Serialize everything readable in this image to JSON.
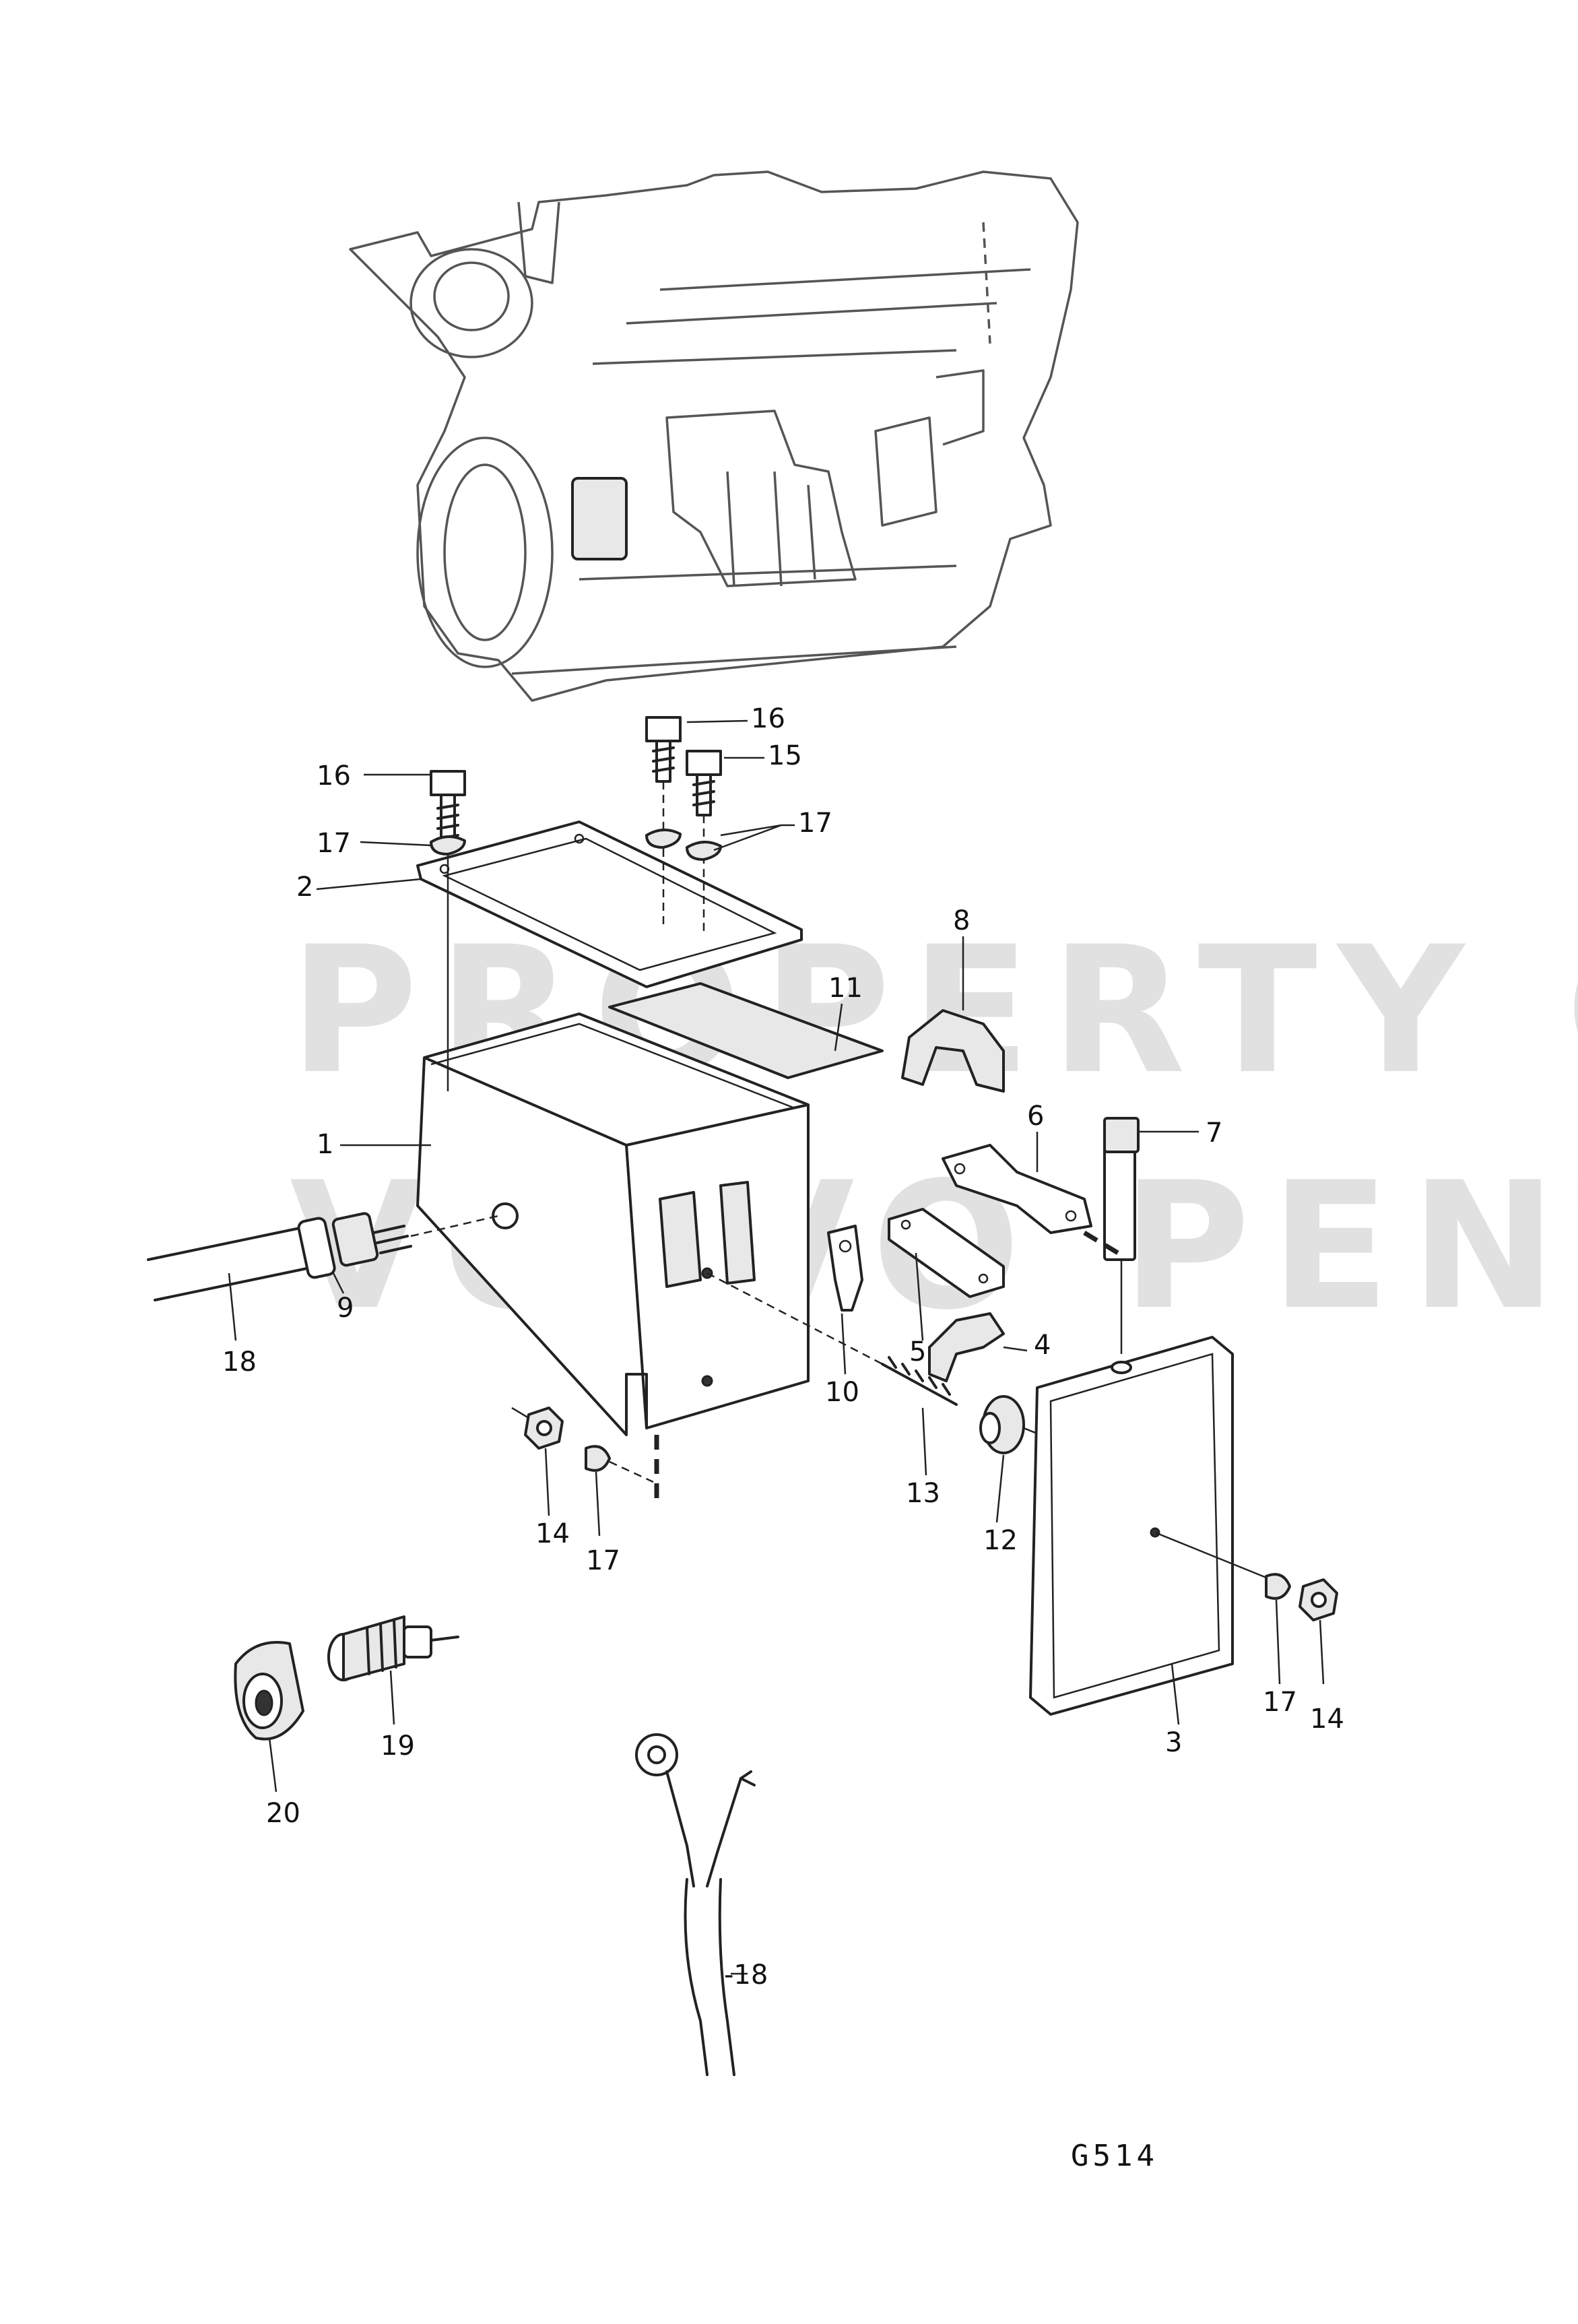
{
  "watermark": {
    "line1": "PROPERTY OF",
    "line2": "VOLVO PENTA"
  },
  "figure_code": "G514",
  "callouts": {
    "c1": "1",
    "c2": "2",
    "c3": "3",
    "c4": "4",
    "c5": "5",
    "c6": "6",
    "c7": "7",
    "c8": "8",
    "c9": "9",
    "c10": "10",
    "c11": "11",
    "c12": "12",
    "c13": "13",
    "c14a": "14",
    "c14b": "14",
    "c15": "15",
    "c16a": "16",
    "c16b": "16",
    "c17a": "17",
    "c17b": "17",
    "c17c": "17",
    "c17d": "17",
    "c18a": "18",
    "c18b": "-18",
    "c19": "19",
    "c20": "20"
  }
}
